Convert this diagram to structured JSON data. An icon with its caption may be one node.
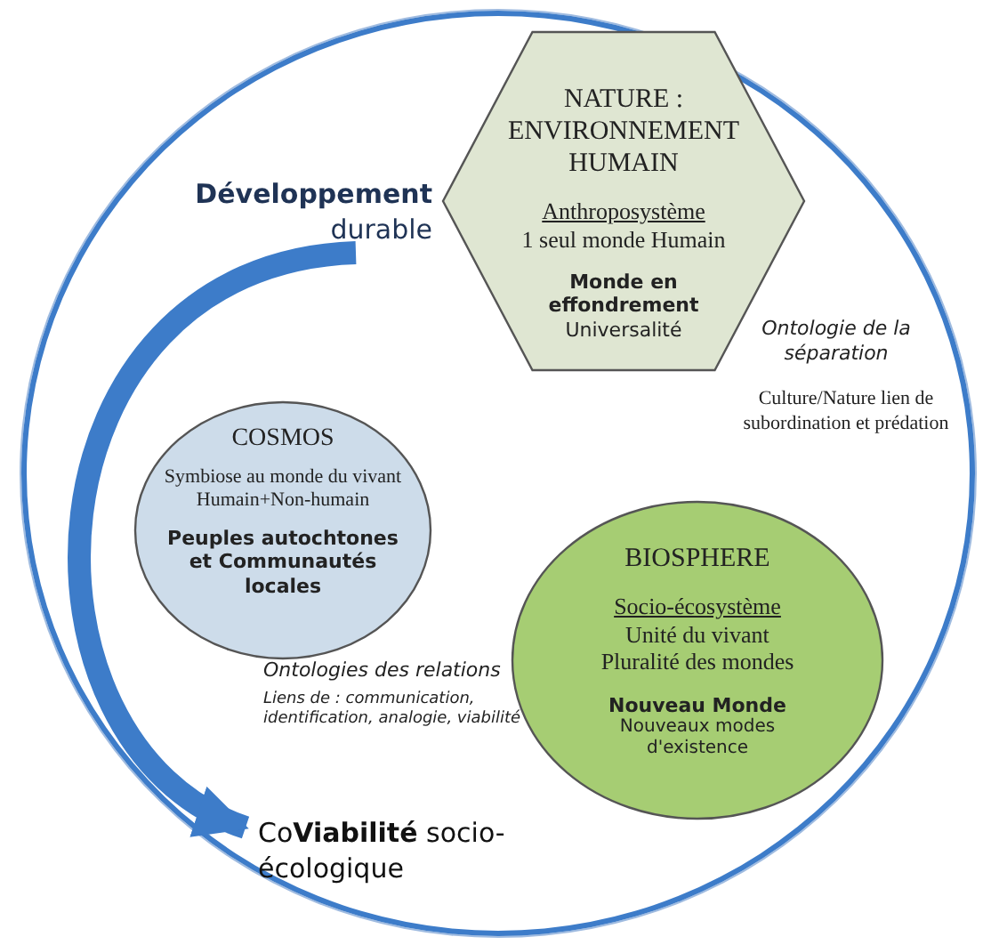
{
  "diagram": {
    "nodes": [
      {
        "text": [],
        "shape": "circle"
      },
      {
        "text": [
          "**Développement** durable"
        ],
        "in": 0
      },
      {
        "text": [
          "NATURE : ENVIRONNEMENT HUMAIN",
          "Anthroposystème",
          "1 seul monde Humain",
          "Monde en effondrement",
          "Universalité"
        ],
        "in": 0
      },
      {
        "text": [
          "COSMOS",
          "Symbiose au monde du vivant",
          "Humain+Non-humain",
          "Peuples autochtones et Communautés locales"
        ],
        "in": 0
      },
      {
        "text": [
          "BIOSPHERE",
          "Socio-écosystème",
          "Unité du vivant",
          "Pluralité des mondes",
          "Nouveau Monde",
          "Nouveaux modes d'existence"
        ],
        "in": 0
      },
      {
        "text": [
          "Co**Viabilité** socio-écologique"
        ],
        "in": 0
      }
    ],
    "edges": [
      {
        "from": 1,
        "to": 5,
        "arrow": "to"
      }
    ],
    "labels": [
      "Ontologie de la séparation",
      "Culture/Nature lien de subordination et prédation",
      "Ontologies des relations",
      "Liens de : communication, identification, analogie, viabilité"
    ]
  }
}
